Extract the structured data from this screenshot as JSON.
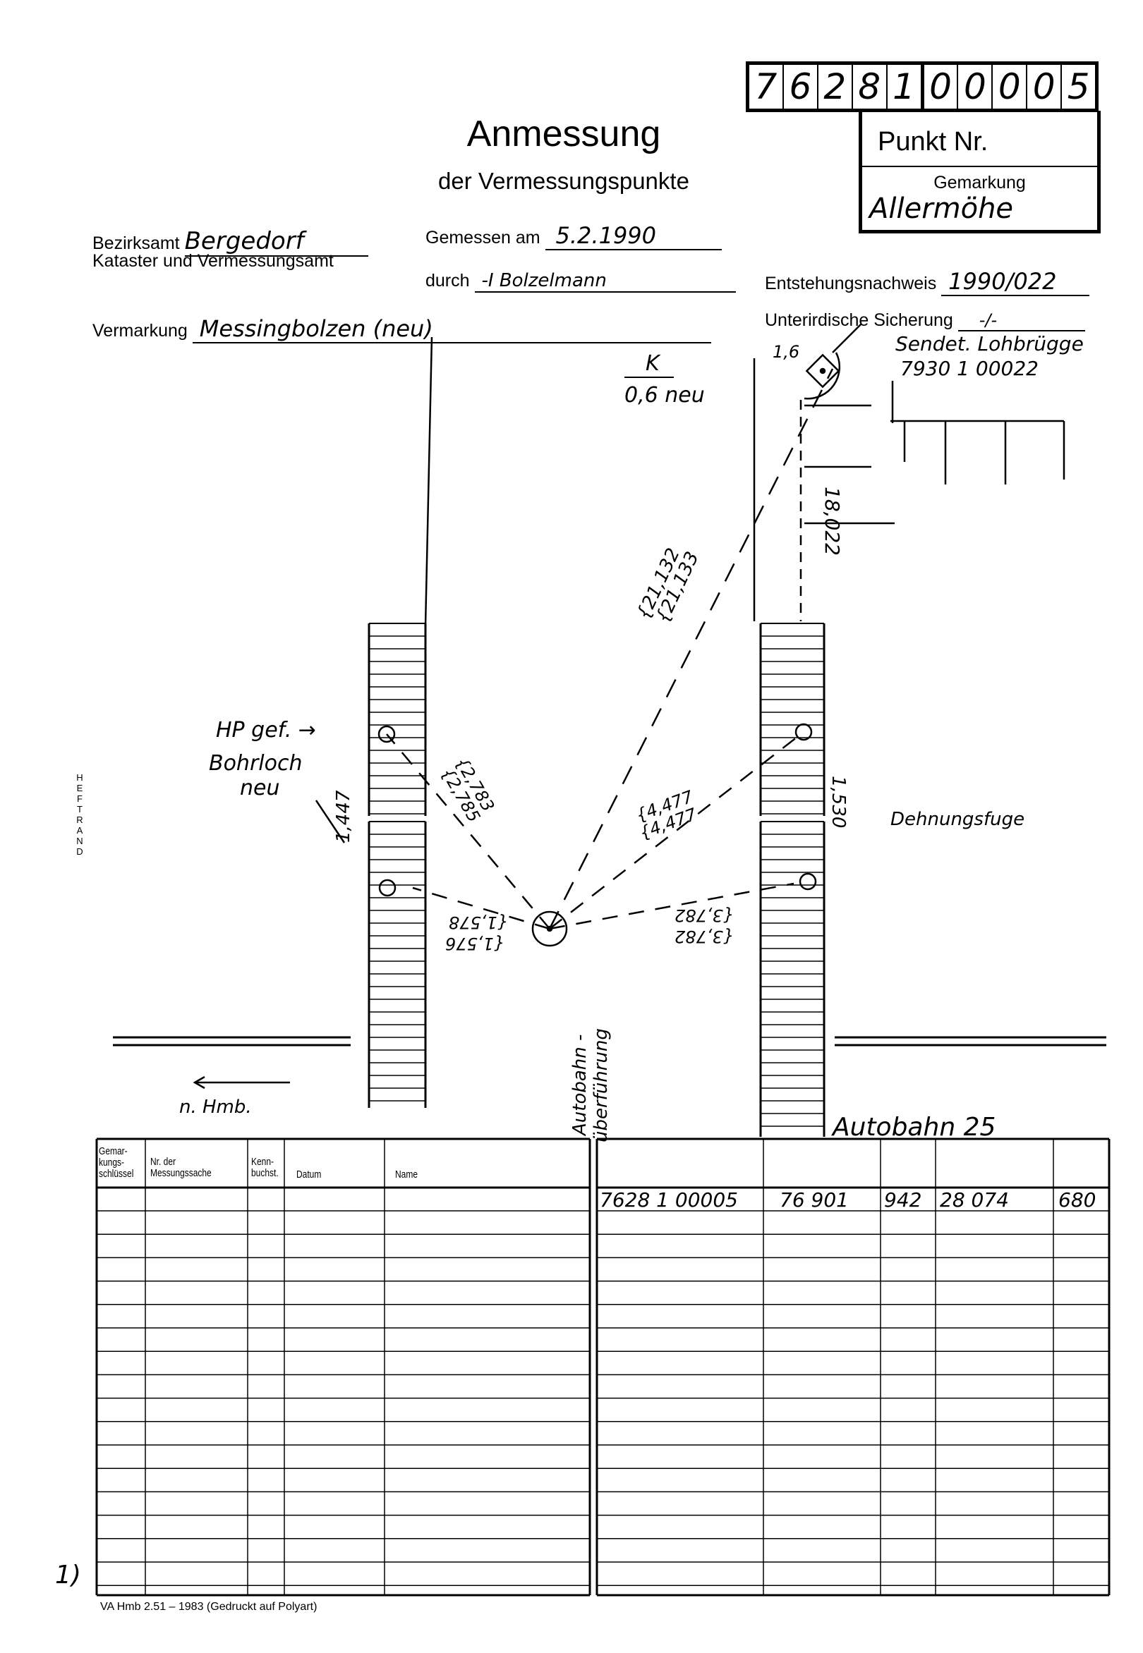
{
  "punkt_number": {
    "digits": [
      "7",
      "6",
      "2",
      "8",
      "1",
      "0",
      "0",
      "0",
      "0",
      "5"
    ],
    "label": "Punkt Nr."
  },
  "gemarkung": {
    "label": "Gemarkung",
    "value": "Allermöhe"
  },
  "title": "Anmessung",
  "subtitle": "der Vermessungspunkte",
  "bezirksamt": {
    "label": "Bezirksamt",
    "value": "Bergedorf",
    "sub": "Kataster und Vermessungsamt"
  },
  "gemessen_am": {
    "label": "Gemessen am",
    "value": "5.2.1990"
  },
  "durch": {
    "label": "durch",
    "value": "-I Bolzelmann"
  },
  "entstehungsnachweis": {
    "label": "Entstehungsnachweis",
    "value": "1990/022"
  },
  "vermarkung": {
    "label": "Vermarkung",
    "value": "Messingbolzen (neu)"
  },
  "unterirdische_sicherung": {
    "label": "Unterirdische Sicherung",
    "value": "-/-"
  },
  "heftrand": "HEFTRAND",
  "sketch": {
    "k_label": "K",
    "k_value": "0,6 neu",
    "offset_16": "1,6",
    "ref_point_name": "Sendet. Lohbrügge",
    "ref_point_number": "7930 1 00022",
    "dist_18022": "18,022",
    "dist_21132": "{21,132",
    "dist_21133": "{21,133",
    "hp_label": "HP gef. →",
    "bohrloch": "Bohrloch",
    "neu": "neu",
    "dist_1447": "1,447",
    "dist_2783": "{2,783",
    "dist_2785": "{2,785",
    "dist_4477a": "{4,477",
    "dist_4477b": "{4,477",
    "dist_1530": "1,530",
    "dehnungsfuge": "Dehnungsfuge",
    "dist_1578": "{1,578",
    "dist_1576": "{1,576",
    "dist_3782a": "{3,782",
    "dist_3782b": "{3,782",
    "autobahn_ueber_1": "Autobahn -",
    "autobahn_ueber_2": "überführung",
    "autobahn_25": "Autobahn 25",
    "n_hmb": "n. Hmb."
  },
  "table_left": {
    "headers": [
      "Gemar-\nkungs-\nschlüssel",
      "Nr. der\nMessungssache",
      "Kenn-\nbuchst.",
      "Datum",
      "Name"
    ]
  },
  "table_right": {
    "row": [
      "7628 1 00005",
      "76 901",
      "942",
      "28 074",
      "680"
    ]
  },
  "footnote_mark": "1)",
  "footer": "VA Hmb 2.51 – 1983 (Gedruckt auf Polyart)"
}
